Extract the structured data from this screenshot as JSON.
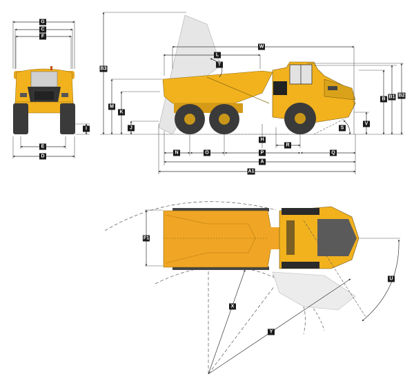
{
  "colors": {
    "body_yellow": "#f2b21e",
    "body_orange": "#f0a524",
    "tire": "#3a3a3a",
    "dim_line": "#333333",
    "label_bg": "#1a1a1a",
    "label_text": "#ffffff",
    "ghost": "#d8d8d8"
  },
  "front_view": {
    "labels": {
      "G": "G",
      "C": "C",
      "F": "F",
      "I": "I",
      "E": "E",
      "D": "D"
    }
  },
  "side_view": {
    "labels": {
      "B3": "B3",
      "M": "M",
      "K": "K",
      "J": "J",
      "L": "L",
      "W": "W",
      "T": "T",
      "B": "B",
      "B1": "B1",
      "B2": "B2",
      "V": "V",
      "S": "S",
      "H": "H",
      "R": "R",
      "N": "N",
      "O": "O",
      "P": "P",
      "Q": "Q",
      "A": "A",
      "A1": "A1"
    }
  },
  "top_view": {
    "labels": {
      "F1": "F1",
      "X": "X",
      "Y": "Y",
      "U": "U"
    }
  }
}
